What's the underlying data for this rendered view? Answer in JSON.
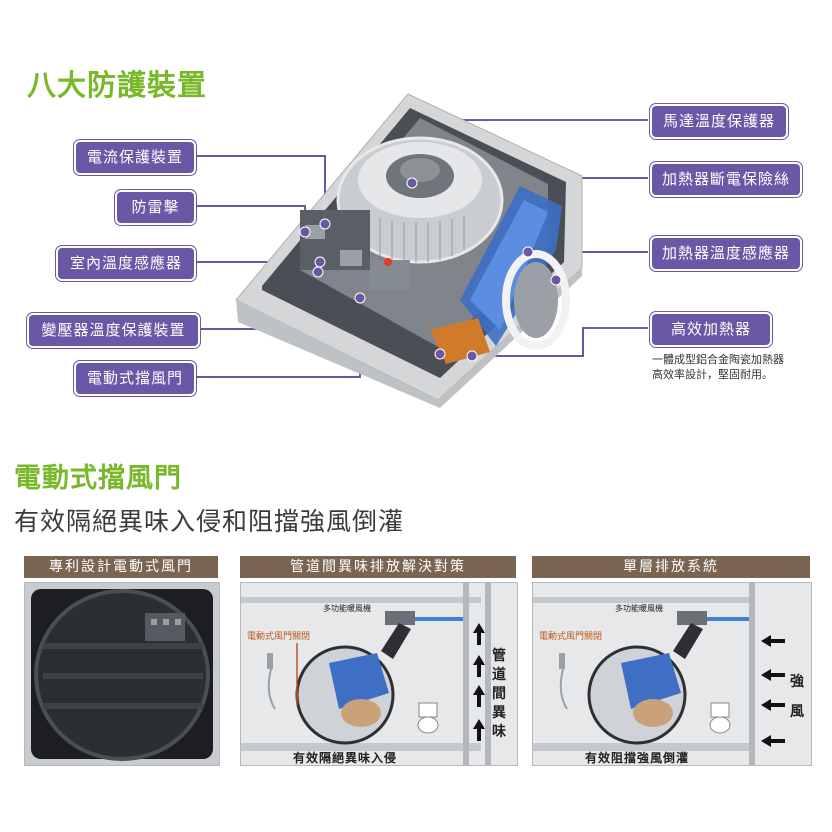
{
  "section1": {
    "title": "八大防護裝置",
    "labels_left": [
      "電流保護裝置",
      "防雷擊",
      "室內溫度感應器",
      "變壓器溫度保護裝置",
      "電動式擋風門"
    ],
    "labels_right": [
      "馬達溫度保護器",
      "加熱器斷電保險絲",
      "加熱器溫度感應器",
      "高效加熱器"
    ],
    "heater_note_line1": "一體成型鋁合金陶瓷加熱器",
    "heater_note_line2": "高效率設計，堅固耐用。"
  },
  "section2": {
    "title": "電動式擋風門",
    "subtitle": "有效隔絕異味入侵和阻擋強風倒灌"
  },
  "panels": [
    {
      "head": "專利設計電動式風門",
      "caption": ""
    },
    {
      "head": "管道間異味排放解決對策",
      "device_label": "多功能暖風機",
      "door_label": "電動式風門關閉",
      "side_text": [
        "管",
        "道",
        "間",
        "異",
        "味"
      ],
      "caption": "有效隔絕異味入侵"
    },
    {
      "head": "單層排放系統",
      "device_label": "多功能暖風機",
      "door_label": "電動式風門關閉",
      "side_text": [
        "強",
        "風"
      ],
      "caption": "有效阻擋強風倒灌"
    }
  ],
  "colors": {
    "accent_green": "#79b829",
    "label_purple": "#6a58a6",
    "panel_brown": "#7a6552"
  }
}
